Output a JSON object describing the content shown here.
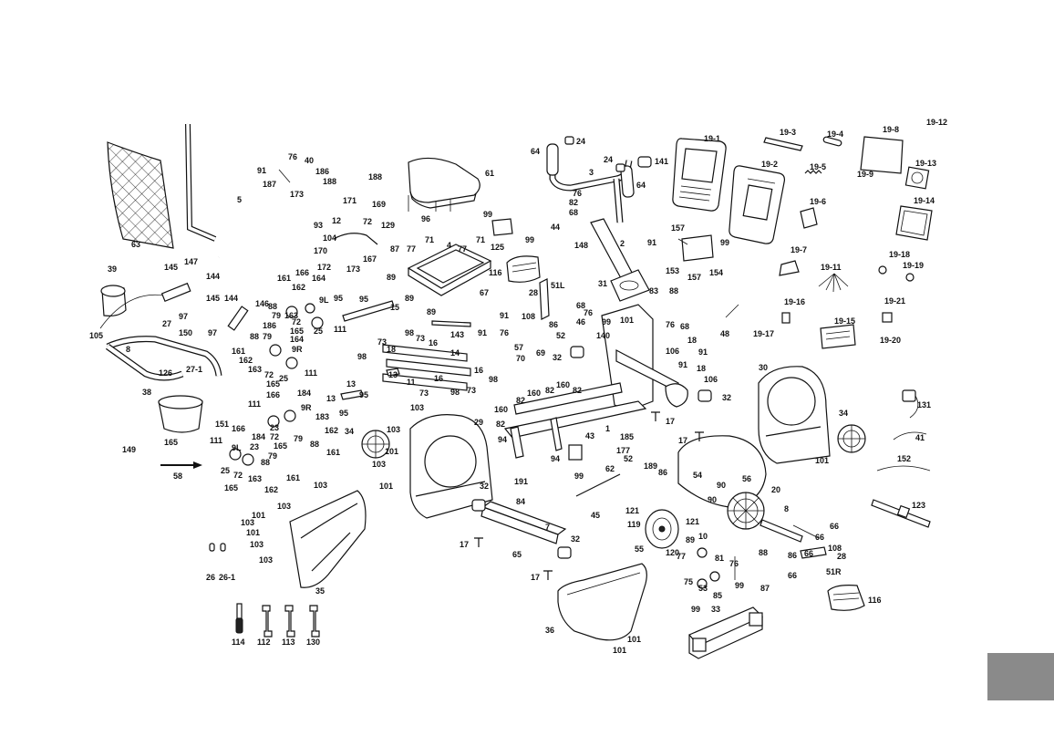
{
  "labels": [
    {
      "id": "l-19-1",
      "text": "19-1"
    },
    {
      "id": "l-19-2",
      "text": "19-2"
    },
    {
      "id": "l-19-3",
      "text": "19-3"
    },
    {
      "id": "l-19-4",
      "text": "19-4"
    },
    {
      "id": "l-19-5",
      "text": "19-5"
    },
    {
      "id": "l-19-6",
      "text": "19-6"
    },
    {
      "id": "l-19-7",
      "text": "19-7"
    },
    {
      "id": "l-19-8",
      "text": "19-8"
    },
    {
      "id": "l-19-9",
      "text": "19-9"
    },
    {
      "id": "l-19-11",
      "text": "19-11"
    },
    {
      "id": "l-19-12",
      "text": "19-12"
    },
    {
      "id": "l-19-13",
      "text": "19-13"
    },
    {
      "id": "l-19-14",
      "text": "19-14"
    },
    {
      "id": "l-19-15",
      "text": "19-15"
    },
    {
      "id": "l-19-16",
      "text": "19-16"
    },
    {
      "id": "l-19-17",
      "text": "19-17"
    },
    {
      "id": "l-19-18",
      "text": "19-18"
    },
    {
      "id": "l-19-19",
      "text": "19-19"
    },
    {
      "id": "l-19-20",
      "text": "19-20"
    },
    {
      "id": "l-19-21",
      "text": "19-21"
    },
    {
      "id": "l-63",
      "text": "63"
    },
    {
      "id": "l-5",
      "text": "5"
    },
    {
      "id": "l-39",
      "text": "39"
    },
    {
      "id": "l-105",
      "text": "105"
    },
    {
      "id": "l-97a",
      "text": "97"
    },
    {
      "id": "l-145a",
      "text": "145"
    },
    {
      "id": "l-147",
      "text": "147"
    },
    {
      "id": "l-144a",
      "text": "144"
    },
    {
      "id": "l-8a",
      "text": "8"
    },
    {
      "id": "l-27",
      "text": "27"
    },
    {
      "id": "l-150",
      "text": "150"
    },
    {
      "id": "l-126",
      "text": "126"
    },
    {
      "id": "l-27-1",
      "text": "27-1"
    },
    {
      "id": "l-145b",
      "text": "145"
    },
    {
      "id": "l-144b",
      "text": "144"
    },
    {
      "id": "l-146",
      "text": "146"
    },
    {
      "id": "l-97b",
      "text": "97"
    },
    {
      "id": "l-38",
      "text": "38"
    },
    {
      "id": "l-165a",
      "text": "165"
    },
    {
      "id": "l-149",
      "text": "149"
    },
    {
      "id": "l-58",
      "text": "58"
    },
    {
      "id": "l-151",
      "text": "151"
    },
    {
      "id": "l-26",
      "text": "26"
    },
    {
      "id": "l-26-1",
      "text": "26-1"
    },
    {
      "id": "l-114",
      "text": "114"
    },
    {
      "id": "l-112",
      "text": "112"
    },
    {
      "id": "l-113",
      "text": "113"
    },
    {
      "id": "l-130",
      "text": "130"
    },
    {
      "id": "l-91a",
      "text": "91"
    },
    {
      "id": "l-76a",
      "text": "76"
    },
    {
      "id": "l-40",
      "text": "40"
    },
    {
      "id": "l-186",
      "text": "186"
    },
    {
      "id": "l-187",
      "text": "187"
    },
    {
      "id": "l-173a",
      "text": "173"
    },
    {
      "id": "l-188a",
      "text": "188"
    },
    {
      "id": "l-188b",
      "text": "188"
    },
    {
      "id": "l-169",
      "text": "169"
    },
    {
      "id": "l-171",
      "text": "171"
    },
    {
      "id": "l-93",
      "text": "93"
    },
    {
      "id": "l-12",
      "text": "12"
    },
    {
      "id": "l-72a",
      "text": "72"
    },
    {
      "id": "l-129",
      "text": "129"
    },
    {
      "id": "l-104",
      "text": "104"
    },
    {
      "id": "l-170",
      "text": "170"
    },
    {
      "id": "l-167",
      "text": "167"
    },
    {
      "id": "l-172",
      "text": "172"
    },
    {
      "id": "l-173b",
      "text": "173"
    },
    {
      "id": "l-61",
      "text": "61"
    },
    {
      "id": "l-96",
      "text": "96"
    },
    {
      "id": "l-87",
      "text": "87"
    },
    {
      "id": "l-77a",
      "text": "77"
    },
    {
      "id": "l-71a",
      "text": "71"
    },
    {
      "id": "l-4",
      "text": "4"
    },
    {
      "id": "l-77b",
      "text": "77"
    },
    {
      "id": "l-71b",
      "text": "71"
    },
    {
      "id": "l-89a",
      "text": "89"
    },
    {
      "id": "l-89b",
      "text": "89"
    },
    {
      "id": "l-89c",
      "text": "89"
    },
    {
      "id": "l-67",
      "text": "67"
    },
    {
      "id": "l-161a",
      "text": "161"
    },
    {
      "id": "l-166a",
      "text": "166"
    },
    {
      "id": "l-162a",
      "text": "162"
    },
    {
      "id": "l-164a",
      "text": "164"
    },
    {
      "id": "l-88a",
      "text": "88"
    },
    {
      "id": "l-79a",
      "text": "79"
    },
    {
      "id": "l-163a",
      "text": "163"
    },
    {
      "id": "l-9L",
      "text": "9L"
    },
    {
      "id": "l-72b",
      "text": "72"
    },
    {
      "id": "l-165b",
      "text": "165"
    },
    {
      "id": "l-25a",
      "text": "25"
    },
    {
      "id": "l-111a",
      "text": "111"
    },
    {
      "id": "l-95a",
      "text": "95"
    },
    {
      "id": "l-95b",
      "text": "95"
    },
    {
      "id": "l-15",
      "text": "15"
    },
    {
      "id": "l-186b",
      "text": "186"
    },
    {
      "id": "l-161b",
      "text": "161"
    },
    {
      "id": "l-88b",
      "text": "88"
    },
    {
      "id": "l-79b",
      "text": "79"
    },
    {
      "id": "l-164b",
      "text": "164"
    },
    {
      "id": "l-9R",
      "text": "9R"
    },
    {
      "id": "l-162b",
      "text": "162"
    },
    {
      "id": "l-163b",
      "text": "163"
    },
    {
      "id": "l-72c",
      "text": "72"
    },
    {
      "id": "l-25b",
      "text": "25"
    },
    {
      "id": "l-111b",
      "text": "111"
    },
    {
      "id": "l-165c",
      "text": "165"
    },
    {
      "id": "l-98a",
      "text": "98"
    },
    {
      "id": "l-73a",
      "text": "73"
    },
    {
      "id": "l-73b",
      "text": "73"
    },
    {
      "id": "l-98b",
      "text": "98"
    },
    {
      "id": "l-18",
      "text": "18"
    },
    {
      "id": "l-16a",
      "text": "16"
    },
    {
      "id": "l-14",
      "text": "14"
    },
    {
      "id": "l-143",
      "text": "143"
    },
    {
      "id": "l-13a",
      "text": "13"
    },
    {
      "id": "l-13b",
      "text": "13"
    },
    {
      "id": "l-13c",
      "text": "13"
    },
    {
      "id": "l-11",
      "text": "11"
    },
    {
      "id": "l-16b",
      "text": "16"
    },
    {
      "id": "l-16c",
      "text": "16"
    },
    {
      "id": "l-98c",
      "text": "98"
    },
    {
      "id": "l-73c",
      "text": "73"
    },
    {
      "id": "l-98d",
      "text": "98"
    },
    {
      "id": "l-95c",
      "text": "95"
    },
    {
      "id": "l-95d",
      "text": "95"
    },
    {
      "id": "l-73d",
      "text": "73"
    },
    {
      "id": "l-166b",
      "text": "166"
    },
    {
      "id": "l-184a",
      "text": "184"
    },
    {
      "id": "l-111c",
      "text": "111"
    },
    {
      "id": "l-9Rb",
      "text": "9R"
    },
    {
      "id": "l-183a",
      "text": "183"
    },
    {
      "id": "l-23a",
      "text": "23"
    },
    {
      "id": "l-72d",
      "text": "72"
    },
    {
      "id": "l-79c",
      "text": "79"
    },
    {
      "id": "l-165d",
      "text": "165"
    },
    {
      "id": "l-88c",
      "text": "88"
    },
    {
      "id": "l-162c",
      "text": "162"
    },
    {
      "id": "l-161c",
      "text": "161"
    },
    {
      "id": "l-166c",
      "text": "166"
    },
    {
      "id": "l-184b",
      "text": "184"
    },
    {
      "id": "l-111d",
      "text": "111"
    },
    {
      "id": "l-23b",
      "text": "23"
    },
    {
      "id": "l-9Lb",
      "text": "9L"
    },
    {
      "id": "l-79d",
      "text": "79"
    },
    {
      "id": "l-25c",
      "text": "25"
    },
    {
      "id": "l-72e",
      "text": "72"
    },
    {
      "id": "l-163c",
      "text": "163"
    },
    {
      "id": "l-88d",
      "text": "88"
    },
    {
      "id": "l-161d",
      "text": "161"
    },
    {
      "id": "l-162d",
      "text": "162"
    },
    {
      "id": "l-165e",
      "text": "165"
    },
    {
      "id": "l-34a",
      "text": "34"
    },
    {
      "id": "l-103a",
      "text": "103"
    },
    {
      "id": "l-103b",
      "text": "103"
    },
    {
      "id": "l-101a",
      "text": "101"
    },
    {
      "id": "l-103c",
      "text": "103"
    },
    {
      "id": "l-29",
      "text": "29"
    },
    {
      "id": "l-101b",
      "text": "101"
    },
    {
      "id": "l-103d",
      "text": "103"
    },
    {
      "id": "l-103e",
      "text": "103"
    },
    {
      "id": "l-101c",
      "text": "101"
    },
    {
      "id": "l-103f",
      "text": "103"
    },
    {
      "id": "l-101d",
      "text": "101"
    },
    {
      "id": "l-103g",
      "text": "103"
    },
    {
      "id": "l-103h",
      "text": "103"
    },
    {
      "id": "l-35",
      "text": "35"
    },
    {
      "id": "l-64a",
      "text": "64"
    },
    {
      "id": "l-24a",
      "text": "24"
    },
    {
      "id": "l-24b",
      "text": "24"
    },
    {
      "id": "l-141",
      "text": "141"
    },
    {
      "id": "l-3",
      "text": "3"
    },
    {
      "id": "l-64b",
      "text": "64"
    },
    {
      "id": "l-76b",
      "text": "76"
    },
    {
      "id": "l-82a",
      "text": "82"
    },
    {
      "id": "l-68a",
      "text": "68"
    },
    {
      "id": "l-44",
      "text": "44"
    },
    {
      "id": "l-148",
      "text": "148"
    },
    {
      "id": "l-2",
      "text": "2"
    },
    {
      "id": "l-99a",
      "text": "99"
    },
    {
      "id": "l-125",
      "text": "125"
    },
    {
      "id": "l-99b",
      "text": "99"
    },
    {
      "id": "l-116a",
      "text": "116"
    },
    {
      "id": "l-51L",
      "text": "51L"
    },
    {
      "id": "l-28a",
      "text": "28"
    },
    {
      "id": "l-108a",
      "text": "108"
    },
    {
      "id": "l-86a",
      "text": "86"
    },
    {
      "id": "l-91b",
      "text": "91"
    },
    {
      "id": "l-91c",
      "text": "91"
    },
    {
      "id": "l-76c",
      "text": "76"
    },
    {
      "id": "l-57",
      "text": "57"
    },
    {
      "id": "l-70",
      "text": "70"
    },
    {
      "id": "l-69",
      "text": "69"
    },
    {
      "id": "l-52a",
      "text": "52"
    },
    {
      "id": "l-32a",
      "text": "32"
    },
    {
      "id": "l-31",
      "text": "31"
    },
    {
      "id": "l-83",
      "text": "83"
    },
    {
      "id": "l-88e",
      "text": "88"
    },
    {
      "id": "l-68b",
      "text": "68"
    },
    {
      "id": "l-76d",
      "text": "76"
    },
    {
      "id": "l-46",
      "text": "46"
    },
    {
      "id": "l-99c",
      "text": "99"
    },
    {
      "id": "l-101e",
      "text": "101"
    },
    {
      "id": "l-140",
      "text": "140"
    },
    {
      "id": "l-76e",
      "text": "76"
    },
    {
      "id": "l-68c",
      "text": "68"
    },
    {
      "id": "l-18b",
      "text": "18"
    },
    {
      "id": "l-106a",
      "text": "106"
    },
    {
      "id": "l-91d",
      "text": "91"
    },
    {
      "id": "l-91e",
      "text": "91"
    },
    {
      "id": "l-18c",
      "text": "18"
    },
    {
      "id": "l-106b",
      "text": "106"
    },
    {
      "id": "l-32b",
      "text": "32"
    },
    {
      "id": "l-48",
      "text": "48"
    },
    {
      "id": "l-91f",
      "text": "91"
    },
    {
      "id": "l-157a",
      "text": "157"
    },
    {
      "id": "l-99d",
      "text": "99"
    },
    {
      "id": "l-153",
      "text": "153"
    },
    {
      "id": "l-157b",
      "text": "157"
    },
    {
      "id": "l-154",
      "text": "154"
    },
    {
      "id": "l-160a",
      "text": "160"
    },
    {
      "id": "l-82b",
      "text": "82"
    },
    {
      "id": "l-160b",
      "text": "160"
    },
    {
      "id": "l-82c",
      "text": "82"
    },
    {
      "id": "l-160c",
      "text": "160"
    },
    {
      "id": "l-82d",
      "text": "82"
    },
    {
      "id": "l-82e",
      "text": "82"
    },
    {
      "id": "l-94a",
      "text": "94"
    },
    {
      "id": "l-1",
      "text": "1"
    },
    {
      "id": "l-43",
      "text": "43"
    },
    {
      "id": "l-185",
      "text": "185"
    },
    {
      "id": "l-177",
      "text": "177"
    },
    {
      "id": "l-94b",
      "text": "94"
    },
    {
      "id": "l-52b",
      "text": "52"
    },
    {
      "id": "l-99e",
      "text": "99"
    },
    {
      "id": "l-17a",
      "text": "17"
    },
    {
      "id": "l-17b",
      "text": "17"
    },
    {
      "id": "l-189",
      "text": "189"
    },
    {
      "id": "l-86b",
      "text": "86"
    },
    {
      "id": "l-32c",
      "text": "32"
    },
    {
      "id": "l-191",
      "text": "191"
    },
    {
      "id": "l-84",
      "text": "84"
    },
    {
      "id": "l-17c",
      "text": "17"
    },
    {
      "id": "l-65",
      "text": "65"
    },
    {
      "id": "l-7",
      "text": "7"
    },
    {
      "id": "l-32d",
      "text": "32"
    },
    {
      "id": "l-17d",
      "text": "17"
    },
    {
      "id": "l-62",
      "text": "62"
    },
    {
      "id": "l-45",
      "text": "45"
    },
    {
      "id": "l-36",
      "text": "36"
    },
    {
      "id": "l-101f",
      "text": "101"
    },
    {
      "id": "l-101g",
      "text": "101"
    },
    {
      "id": "l-54",
      "text": "54"
    },
    {
      "id": "l-121a",
      "text": "121"
    },
    {
      "id": "l-119",
      "text": "119"
    },
    {
      "id": "l-121b",
      "text": "121"
    },
    {
      "id": "l-89d",
      "text": "89"
    },
    {
      "id": "l-120",
      "text": "120"
    },
    {
      "id": "l-55",
      "text": "55"
    },
    {
      "id": "l-10",
      "text": "10"
    },
    {
      "id": "l-77c",
      "text": "77"
    },
    {
      "id": "l-81",
      "text": "81"
    },
    {
      "id": "l-75",
      "text": "75"
    },
    {
      "id": "l-53",
      "text": "53"
    },
    {
      "id": "l-85",
      "text": "85"
    },
    {
      "id": "l-90a",
      "text": "90"
    },
    {
      "id": "l-90b",
      "text": "90"
    },
    {
      "id": "l-56",
      "text": "56"
    },
    {
      "id": "l-20",
      "text": "20"
    },
    {
      "id": "l-8b",
      "text": "8"
    },
    {
      "id": "l-66a",
      "text": "66"
    },
    {
      "id": "l-66b",
      "text": "66"
    },
    {
      "id": "l-66c",
      "text": "66"
    },
    {
      "id": "l-86c",
      "text": "86"
    },
    {
      "id": "l-108b",
      "text": "108"
    },
    {
      "id": "l-28b",
      "text": "28"
    },
    {
      "id": "l-51R",
      "text": "51R"
    },
    {
      "id": "l-116b",
      "text": "116"
    },
    {
      "id": "l-88f",
      "text": "88"
    },
    {
      "id": "l-76f",
      "text": "76"
    },
    {
      "id": "l-87b",
      "text": "87"
    },
    {
      "id": "l-66d",
      "text": "66"
    },
    {
      "id": "l-99f",
      "text": "99"
    },
    {
      "id": "l-99g",
      "text": "99"
    },
    {
      "id": "l-33",
      "text": "33"
    },
    {
      "id": "l-30",
      "text": "30"
    },
    {
      "id": "l-34b",
      "text": "34"
    },
    {
      "id": "l-101h",
      "text": "101"
    },
    {
      "id": "l-131",
      "text": "131"
    },
    {
      "id": "l-41",
      "text": "41"
    },
    {
      "id": "l-152",
      "text": "152"
    },
    {
      "id": "l-123",
      "text": "123"
    }
  ]
}
